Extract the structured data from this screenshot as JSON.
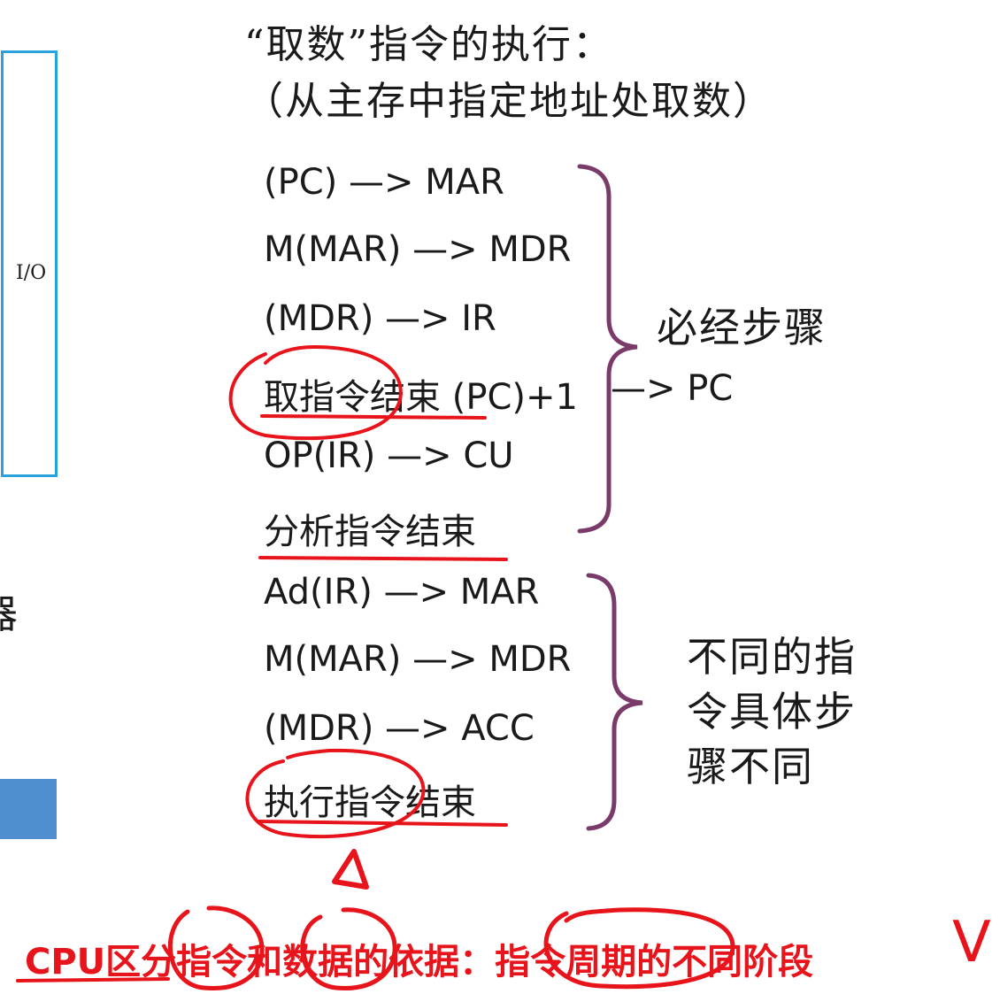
{
  "title": {
    "line1": "“取数”指令的执行：",
    "line2": "（从主存中指定地址处取数）"
  },
  "left_panel": {
    "io_label": "I/O",
    "partial_char": "器"
  },
  "steps": [
    "(PC) —> MAR",
    "M(MAR) —> MDR",
    "(MDR) —> IR",
    "取指令结束 (PC)+1",
    "OP(IR) —> CU",
    "分析指令结束",
    "Ad(IR) —> MAR",
    "M(MAR) —> MDR",
    "(MDR) —> ACC",
    "执行指令结束"
  ],
  "pc_arrow": "—> PC",
  "groups": {
    "common_label": "必经步骤",
    "variable_label_lines": [
      "不同的指",
      "令具体步",
      "骤不同"
    ]
  },
  "annotation": {
    "bottom_text": "CPU区分指令和数据的依据：指令周期的不同阶段",
    "checkmark": "V"
  },
  "colors": {
    "brace": "#7a3b6b",
    "annotation_red": "#e8141b",
    "io_border": "#2aa3dc",
    "block_blue": "#4f8fd0"
  }
}
